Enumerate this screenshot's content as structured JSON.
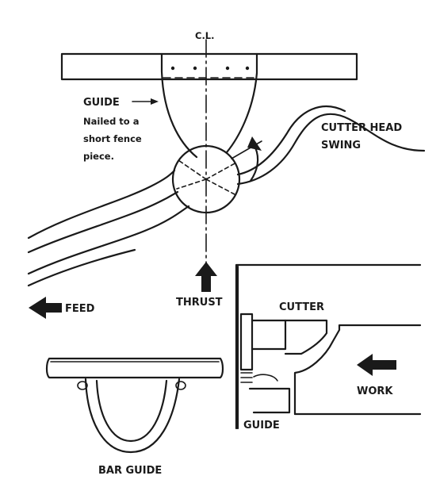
{
  "labels": {
    "cl_top": "C.L.",
    "guide": "GUIDE",
    "guide_note_1": "Nailed to a",
    "guide_note_2": "short fence",
    "guide_note_3": "piece.",
    "cutter_head_1": "CUTTER HEAD",
    "cutter_head_2": "SWING",
    "feed": "FEED",
    "thrust": "THRUST",
    "cutter": "CUTTER",
    "work": "WORK",
    "guide_bottom": "GUIDE",
    "bar_guide": "BAR GUIDE"
  },
  "colors": {
    "ink": "#1a1a1a",
    "paper": "#ffffff"
  },
  "icons": {
    "feed_arrow": "arrow-left-icon",
    "thrust_arrow": "arrow-up-icon",
    "work_arrow": "arrow-left-icon",
    "swing_arrow": "curved-arrow-icon"
  }
}
